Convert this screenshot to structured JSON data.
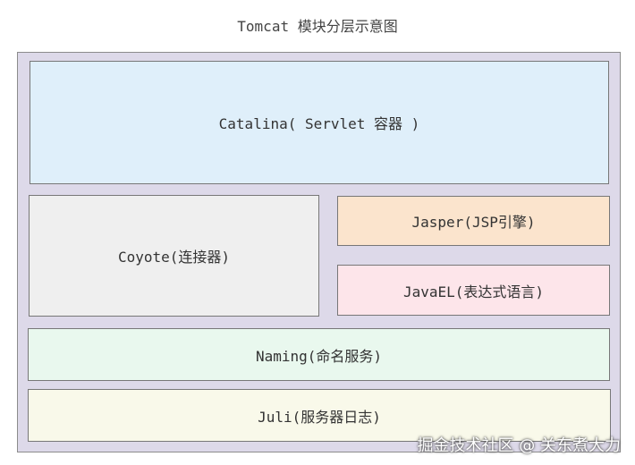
{
  "diagram": {
    "title": "Tomcat 模块分层示意图",
    "modules": {
      "catalina": "Catalina( Servlet 容器 )",
      "coyote": "Coyote(连接器)",
      "jasper": "Jasper(JSP引擎)",
      "javael": "JavaEL(表达式语言)",
      "naming": "Naming(命名服务)",
      "juli": "Juli(服务器日志)"
    },
    "colors": {
      "outer_background": "#ddd9e9",
      "catalina": "#dfeffa",
      "coyote": "#efefef",
      "jasper": "#fbe4cd",
      "javael": "#fde5ea",
      "naming": "#e9f8ee",
      "juli": "#f9f9ea"
    }
  },
  "watermark": "掘金技术社区 @ 关东煮大力"
}
